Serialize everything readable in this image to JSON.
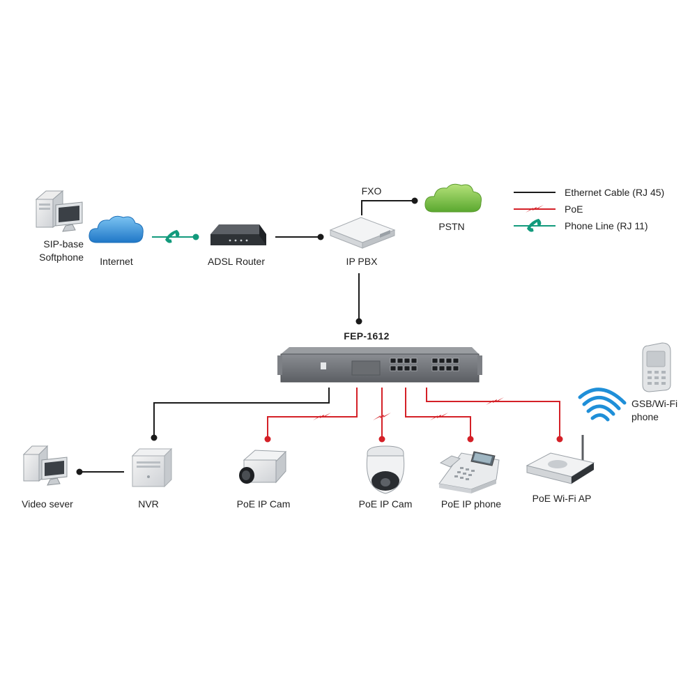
{
  "nodes": {
    "softphone": "SIP-base\nSoftphone",
    "internet": "Internet",
    "adsl_router": "ADSL Router",
    "ip_pbx": "IP PBX",
    "fxo": "FXO",
    "pstn": "PSTN",
    "switch": "FEP-1612",
    "video_server": "Video sever",
    "nvr": "NVR",
    "poe_cam_box": "PoE IP Cam",
    "poe_cam_dome": "PoE IP Cam",
    "poe_phone": "PoE IP phone",
    "poe_ap": "PoE Wi-Fi AP",
    "mobile_phone": "GSB/Wi-Fi\nphone"
  },
  "legend": {
    "ethernet": "Ethernet Cable (RJ 45)",
    "poe": "PoE",
    "phone_line": "Phone Line (RJ 11)"
  },
  "colors": {
    "ethernet": "#1a1a1a",
    "poe": "#d42027",
    "phone_line": "#129a7c",
    "cloud_blue": "#2f8fd6",
    "cloud_green": "#7cc242"
  }
}
